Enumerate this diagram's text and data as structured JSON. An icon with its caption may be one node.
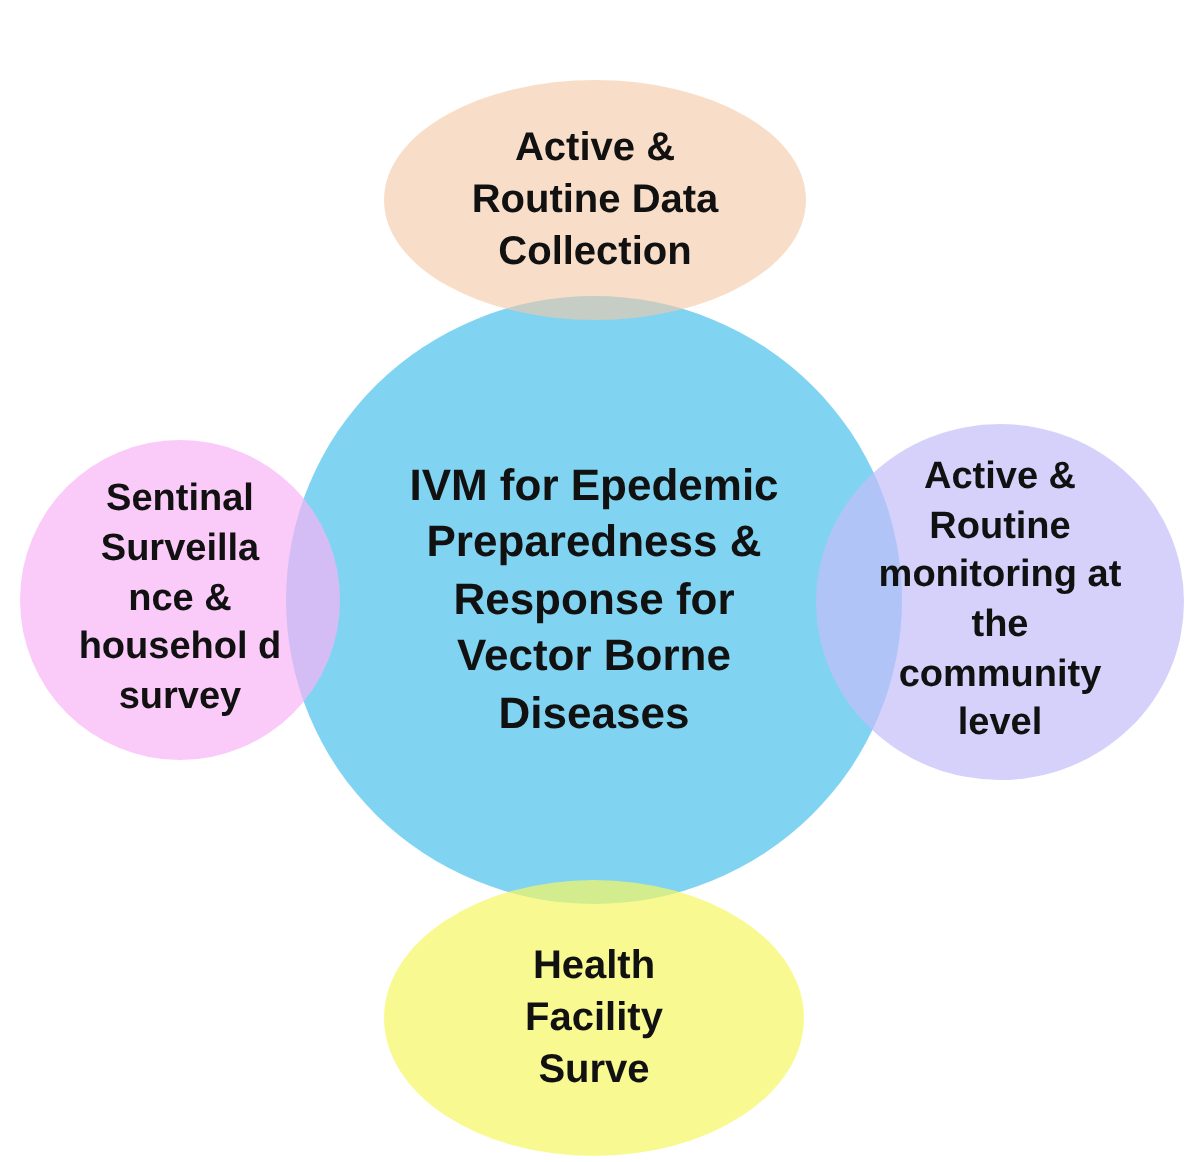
{
  "diagram": {
    "nodes": [
      {
        "text": [
          "IVM for Epedemic Preparedness & Response for Vector Borne Diseases"
        ]
      },
      {
        "text": [
          "Active & Routine Data Collection"
        ]
      },
      {
        "text": [
          "Active & Routine monitoring at the community level"
        ]
      },
      {
        "text": [
          "Health Facility Surve"
        ]
      },
      {
        "text": [
          "Sentinal Surveilla nce & househol d survey"
        ]
      }
    ]
  }
}
